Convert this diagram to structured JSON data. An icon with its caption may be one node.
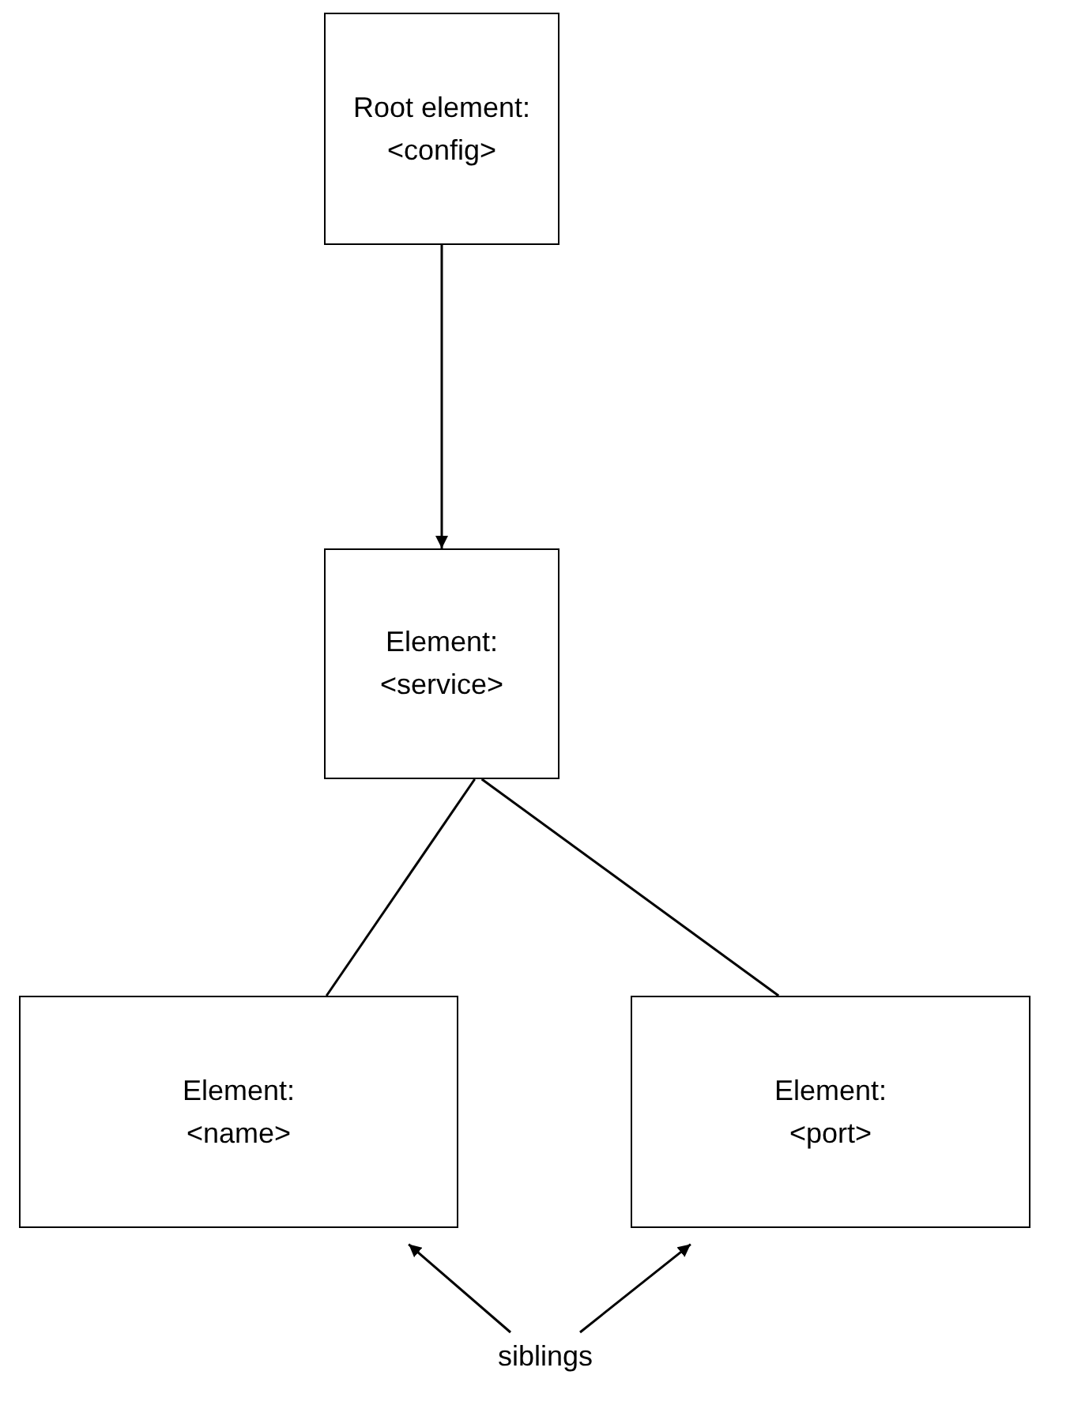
{
  "diagram": {
    "nodes": [
      {
        "text": [
          "Root element:",
          "<config>"
        ]
      },
      {
        "text": [
          "Element:",
          "<service>"
        ]
      },
      {
        "text": [
          "Element:",
          "<name>"
        ]
      },
      {
        "text": [
          "Element:",
          "<port>"
        ]
      },
      {
        "text": [
          "siblings"
        ]
      }
    ],
    "edges": [
      {
        "from": 0,
        "to": 1,
        "arrow": "to"
      },
      {
        "from": 1,
        "to": 2,
        "arrow": "none"
      },
      {
        "from": 1,
        "to": 3,
        "arrow": "none"
      },
      {
        "from": 4,
        "to": 2,
        "arrow": "to"
      },
      {
        "from": 4,
        "to": 3,
        "arrow": "to"
      }
    ]
  }
}
